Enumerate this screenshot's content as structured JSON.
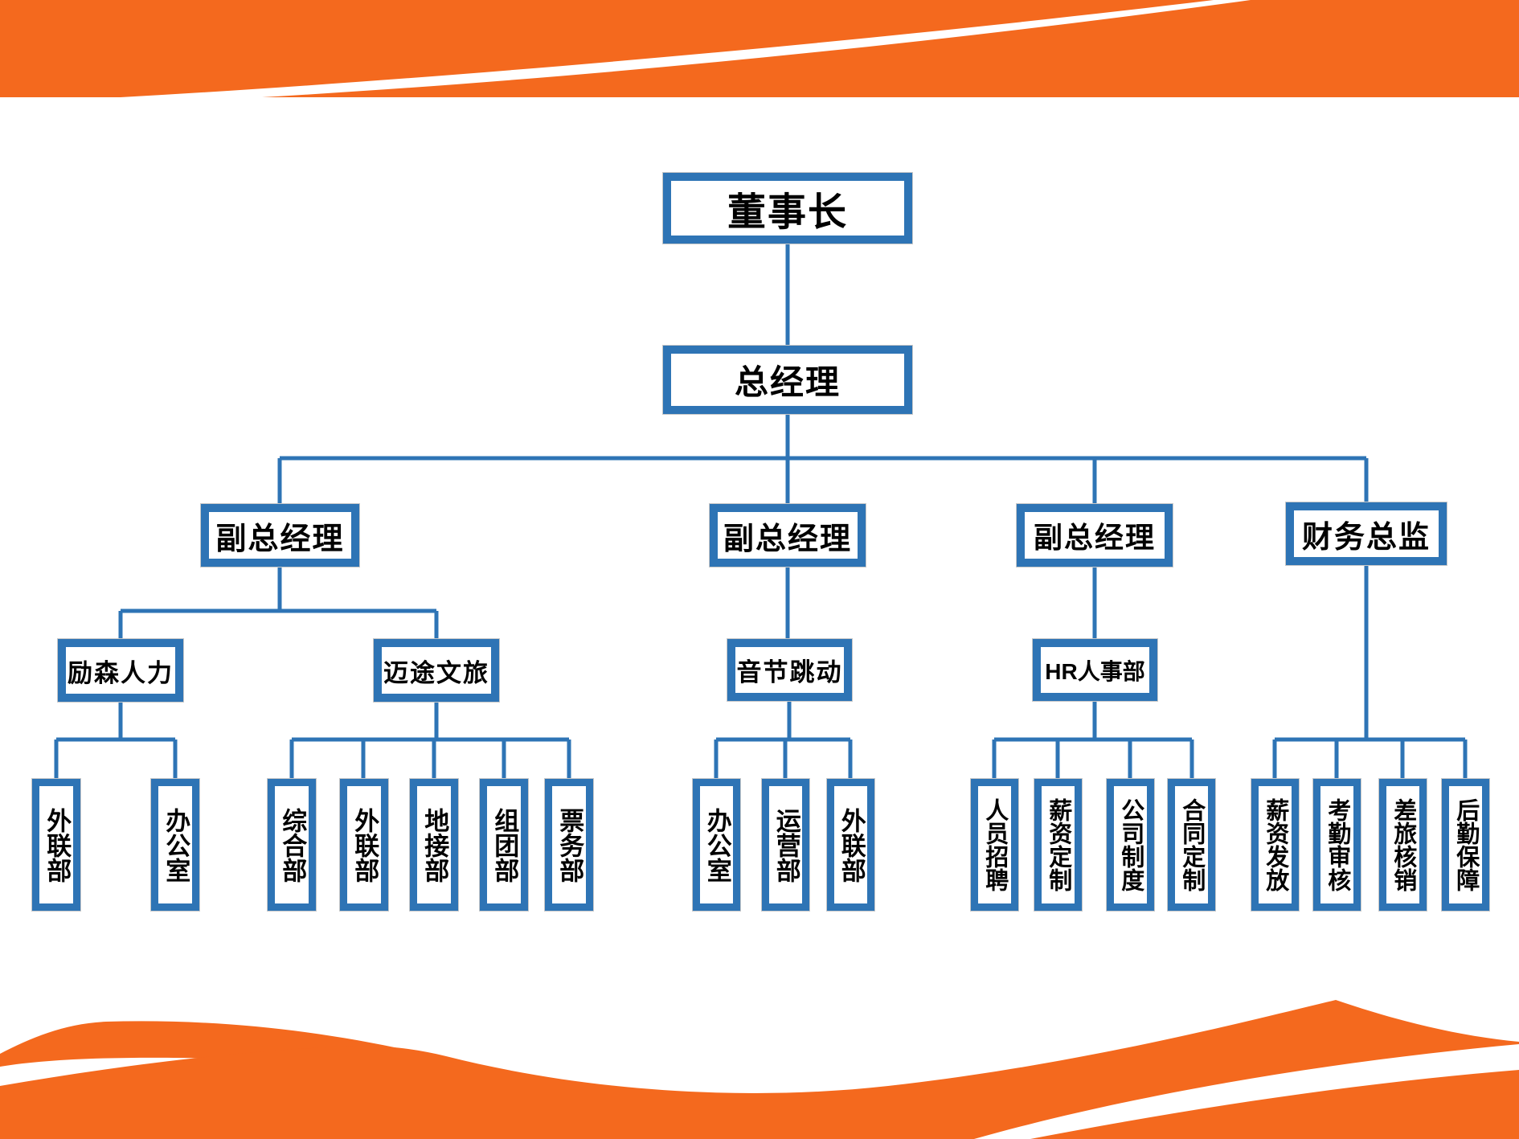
{
  "org": {
    "chairman": {
      "label": "董事长"
    },
    "general_manager": {
      "label": "总经理"
    },
    "vp1": {
      "label": "副总经理"
    },
    "vp2": {
      "label": "副总经理"
    },
    "vp3": {
      "label": "副总经理"
    },
    "cfo": {
      "label": "财务总监"
    },
    "lisen": {
      "label": "励森人力"
    },
    "maitu": {
      "label": "迈途文旅"
    },
    "yinjie": {
      "label": "音节跳动"
    },
    "hr": {
      "label": "HR人事部"
    },
    "lisen_children": [
      "外联部",
      "办公室"
    ],
    "maitu_children": [
      "综合部",
      "外联部",
      "地接部",
      "组团部",
      "票务部"
    ],
    "yinjie_children": [
      "办公室",
      "运营部",
      "外联部"
    ],
    "hr_children": [
      "人员招聘",
      "薪资定制",
      "公司制度",
      "合同定制"
    ],
    "cfo_children": [
      "薪资发放",
      "考勤审核",
      "差旅核销",
      "后勤保障"
    ]
  },
  "colors": {
    "accent_blue": "#2E74B5",
    "brand_orange": "#F4691E",
    "text_black": "#000000",
    "background_white": "#FFFFFF"
  }
}
